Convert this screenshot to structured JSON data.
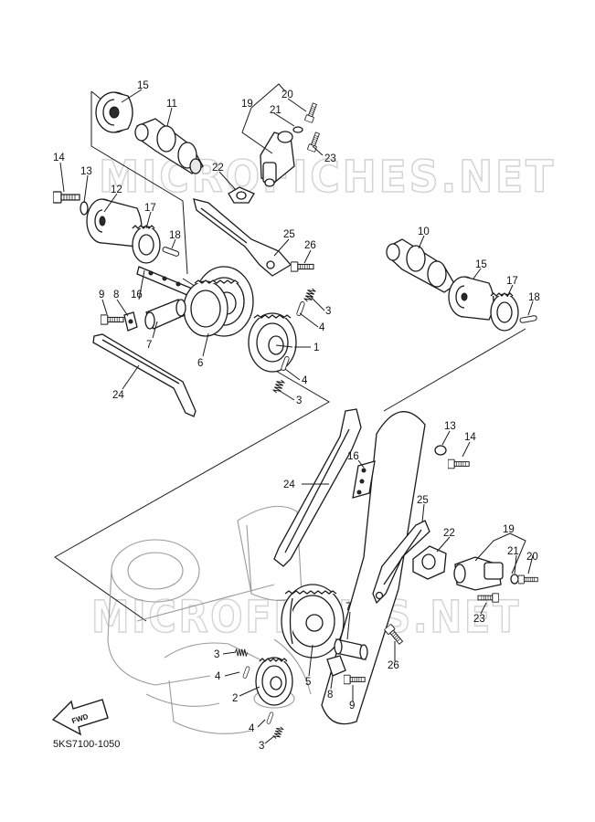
{
  "watermark": {
    "upper": "MICROFICHES.NET",
    "lower": "MICROFICHES.NET"
  },
  "direction_label": "FWD",
  "diagram_code": "5KS7100-1050",
  "callouts": [
    {
      "id": "c15a",
      "text": "15"
    },
    {
      "id": "c11",
      "text": "11"
    },
    {
      "id": "c19a",
      "text": "19"
    },
    {
      "id": "c20a",
      "text": "20"
    },
    {
      "id": "c21a",
      "text": "21"
    },
    {
      "id": "c23a",
      "text": "23"
    },
    {
      "id": "c22a",
      "text": "22"
    },
    {
      "id": "c14a",
      "text": "14"
    },
    {
      "id": "c13a",
      "text": "13"
    },
    {
      "id": "c12",
      "text": "12"
    },
    {
      "id": "c17a",
      "text": "17"
    },
    {
      "id": "c18a",
      "text": "18"
    },
    {
      "id": "c25a",
      "text": "25"
    },
    {
      "id": "c26a",
      "text": "26"
    },
    {
      "id": "c10",
      "text": "10"
    },
    {
      "id": "c15b",
      "text": "15"
    },
    {
      "id": "c17b",
      "text": "17"
    },
    {
      "id": "c18b",
      "text": "18"
    },
    {
      "id": "c9a",
      "text": "9"
    },
    {
      "id": "c8a",
      "text": "8"
    },
    {
      "id": "c16a",
      "text": "16"
    },
    {
      "id": "c3a",
      "text": "3"
    },
    {
      "id": "c4a",
      "text": "4"
    },
    {
      "id": "c1",
      "text": "1"
    },
    {
      "id": "c7a",
      "text": "7"
    },
    {
      "id": "c6",
      "text": "6"
    },
    {
      "id": "c4b",
      "text": "4"
    },
    {
      "id": "c3b",
      "text": "3"
    },
    {
      "id": "c24a",
      "text": "24"
    },
    {
      "id": "c13b",
      "text": "13"
    },
    {
      "id": "c14b",
      "text": "14"
    },
    {
      "id": "c16b",
      "text": "16"
    },
    {
      "id": "c24b",
      "text": "24"
    },
    {
      "id": "c25b",
      "text": "25"
    },
    {
      "id": "c22b",
      "text": "22"
    },
    {
      "id": "c19b",
      "text": "19"
    },
    {
      "id": "c21b",
      "text": "21"
    },
    {
      "id": "c20b",
      "text": "20"
    },
    {
      "id": "c7b",
      "text": "7"
    },
    {
      "id": "c23b",
      "text": "23"
    },
    {
      "id": "c26b",
      "text": "26"
    },
    {
      "id": "c3c",
      "text": "3"
    },
    {
      "id": "c4c",
      "text": "4"
    },
    {
      "id": "c5",
      "text": "5"
    },
    {
      "id": "c2",
      "text": "2"
    },
    {
      "id": "c8b",
      "text": "8"
    },
    {
      "id": "c9b",
      "text": "9"
    },
    {
      "id": "c4d",
      "text": "4"
    },
    {
      "id": "c3d",
      "text": "3"
    }
  ]
}
